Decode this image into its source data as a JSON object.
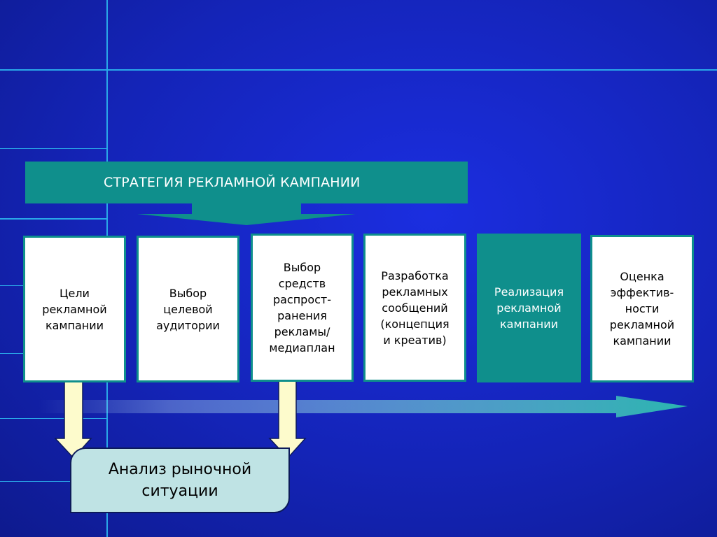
{
  "strategy": {
    "title": "СТРАТЕГИЯ  РЕКЛАМНОЙ КАМПАНИИ"
  },
  "stages": [
    {
      "label": "Цели\nрекламной\nкампании",
      "highlighted": false
    },
    {
      "label": "Выбор\nцелевой\nаудитории",
      "highlighted": false
    },
    {
      "label": "Выбор\nсредств\nраспрост-\nранения\nрекламы/\nмедиаплан",
      "highlighted": false
    },
    {
      "label": "Разработка\nрекламных\nсообщений\n(концепция\nи креатив)",
      "highlighted": false
    },
    {
      "label": "Реализация\nрекламной\nкампании",
      "highlighted": true
    },
    {
      "label": "Оценка\nэффектив-\nности\nрекламной\nкампании",
      "highlighted": false
    }
  ],
  "analysis": {
    "label": "Анализ рыночной\nситуации"
  },
  "colors": {
    "background": "#1424b8",
    "accent_teal": "#0f8f8c",
    "analysis_fill": "#bfe3e4",
    "arrow_fill": "#fdfbcc",
    "timeline_light": "#b4dcf0",
    "grid_lines": "#2aa8e8"
  }
}
